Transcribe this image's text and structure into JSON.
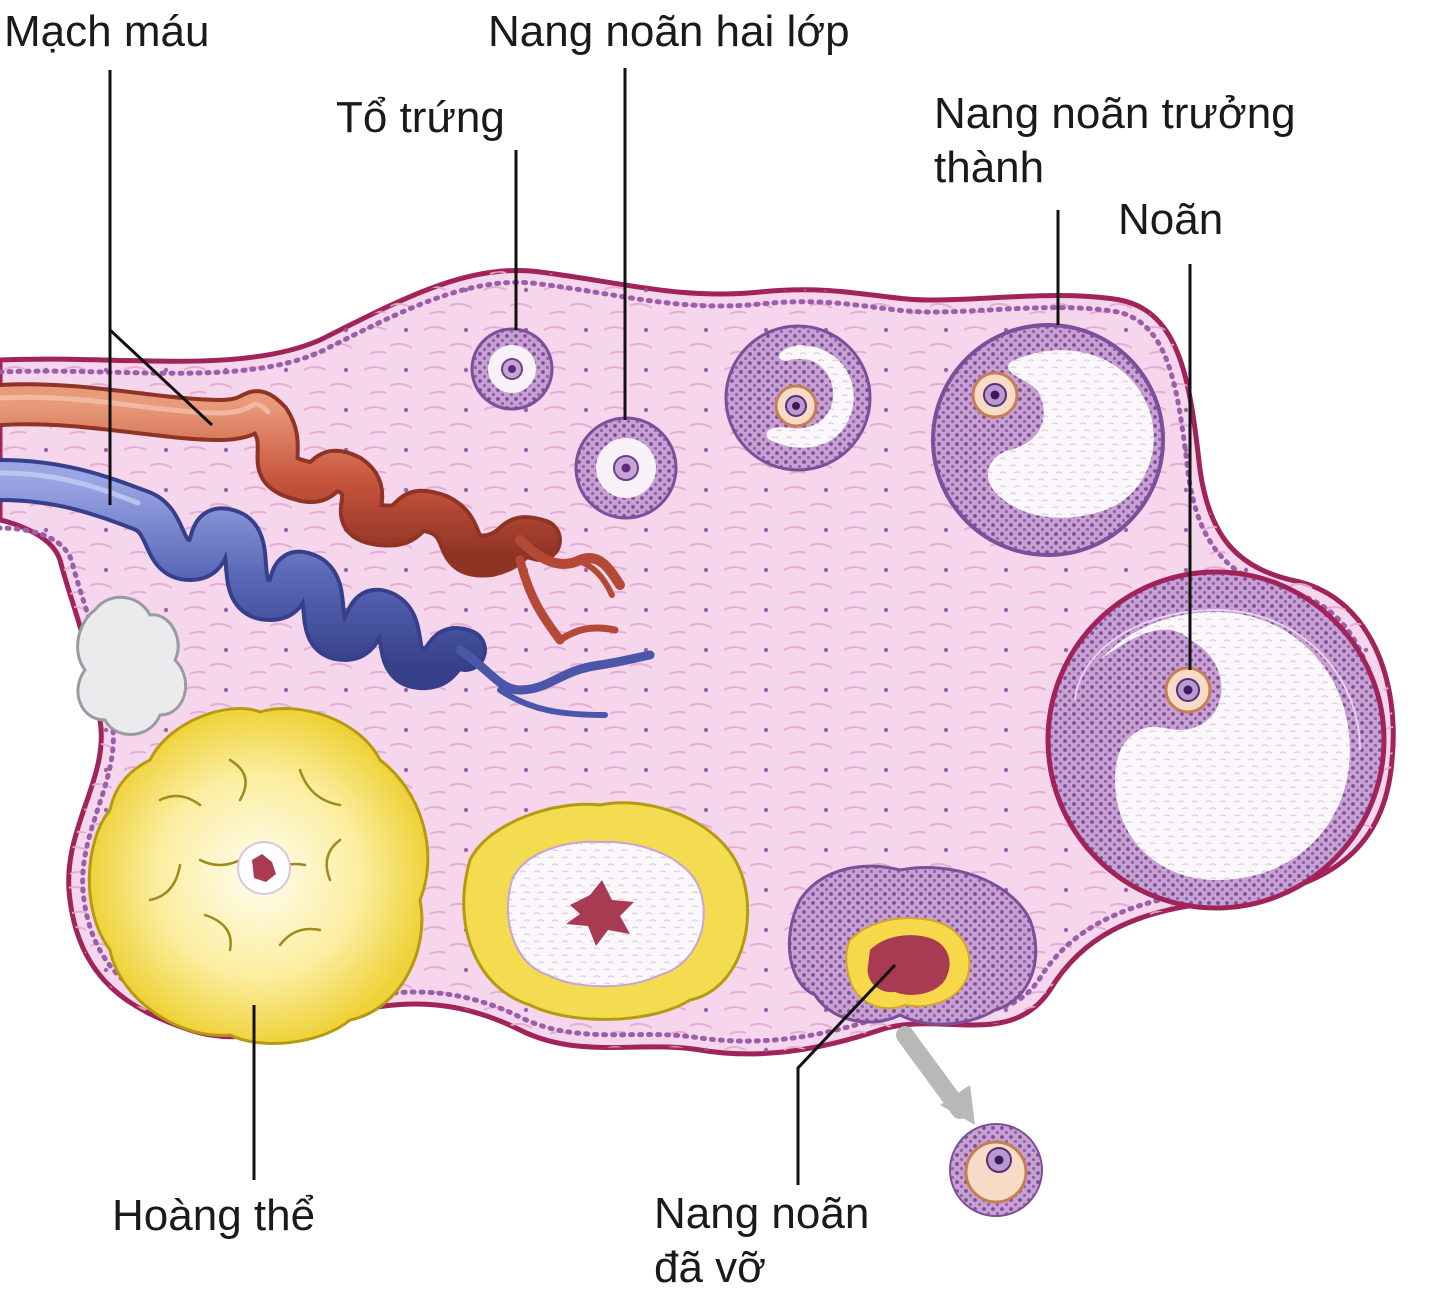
{
  "labels": {
    "blood_vessels": "Mạch máu",
    "primordial_follicle": "Tổ trứng",
    "secondary_follicle": "Nang noãn hai lớp",
    "mature_follicle_line1": "Nang noãn trưởng",
    "mature_follicle_line2": "thành",
    "oocyte": "Noãn",
    "corpus_luteum": "Hoàng thể",
    "ruptured_follicle_line1": "Nang noãn",
    "ruptured_follicle_line2": "đã vỡ"
  },
  "colors": {
    "ovary_fill": "#f6d6ec",
    "ovary_outline": "#a0235a",
    "stroma_fiber": "#e0a5cc",
    "granulosa": "#c9a0d2",
    "granulosa_dot": "#7b4f9a",
    "antrum": "#fbf6fb",
    "oocyte": "#f6dcc6",
    "artery": "#c8553d",
    "vein": "#5a68b8",
    "corpus_luteum": "#f3dc4f",
    "blood_clot": "#a83a52",
    "leader_line": "#111111"
  },
  "icons": [
    "artery-icon",
    "vein-icon",
    "follicle-icon",
    "oocyte-icon",
    "corpus-luteum-icon"
  ]
}
